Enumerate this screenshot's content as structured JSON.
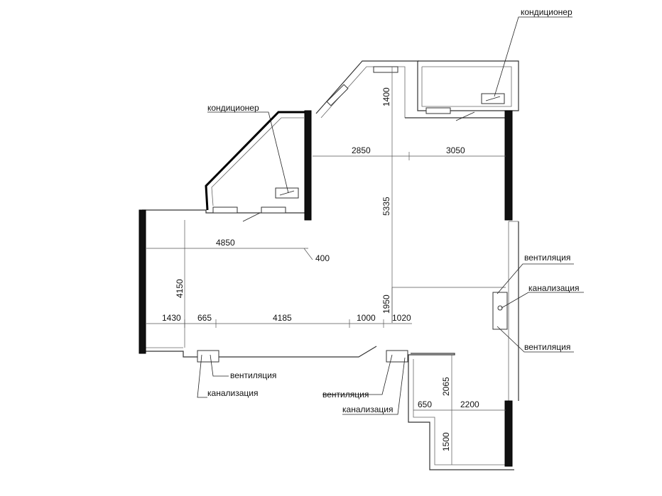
{
  "labels": {
    "ac_top": "кондиционер",
    "ac_left": "кондиционер",
    "vent_right_top": "вентиляция",
    "sewer_right": "канализация",
    "vent_right_bottom": "вентиляция",
    "vent_bottom_left": "вентиляция",
    "sewer_bottom_left": "канализация",
    "vent_bottom_mid": "вентиляция",
    "sewer_bottom_mid": "канализация"
  },
  "dimensions": {
    "d1400": "1400",
    "d2850": "2850",
    "d3050": "3050",
    "d5335": "5335",
    "d4850": "4850",
    "d400": "400",
    "d4150": "4150",
    "d1950": "1950",
    "d1430": "1430",
    "d665": "665",
    "d4185": "4185",
    "d1000": "1000",
    "d1020": "1020",
    "d2065": "2065",
    "d650": "650",
    "d2200": "2200",
    "d1500": "1500"
  }
}
